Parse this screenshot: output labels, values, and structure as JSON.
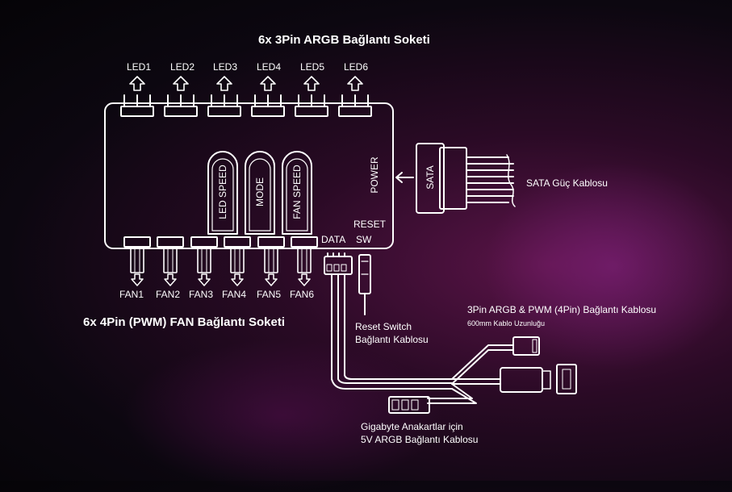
{
  "titles": {
    "top": "6x 3Pin ARGB Bağlantı Soketi",
    "bottom": "6x 4Pin (PWM) FAN Bağlantı Soketi"
  },
  "led_ports": [
    "LED1",
    "LED2",
    "LED3",
    "LED4",
    "LED5",
    "LED6"
  ],
  "fan_ports": [
    "FAN1",
    "FAN2",
    "FAN3",
    "FAN4",
    "FAN5",
    "FAN6"
  ],
  "buttons": [
    "LED SPEED",
    "MODE",
    "FAN SPEED"
  ],
  "hub_labels": {
    "power": "POWER",
    "data": "DATA",
    "reset_line1": "RESET",
    "reset_line2": "SW"
  },
  "sata": {
    "connector": "SATA",
    "label": "SATA Güç Kablosu"
  },
  "reset_cable": {
    "line1": "Reset Switch",
    "line2": "Bağlantı Kablosu"
  },
  "argb_cable": {
    "line1": "3Pin ARGB & PWM (4Pin) Bağlantı Kablosu",
    "line2": "600mm Kablo Uzunluğu"
  },
  "gigabyte_cable": {
    "line1": "Gigabyte Anakartlar için",
    "line2": "5V ARGB Bağlantı Kablosu"
  }
}
